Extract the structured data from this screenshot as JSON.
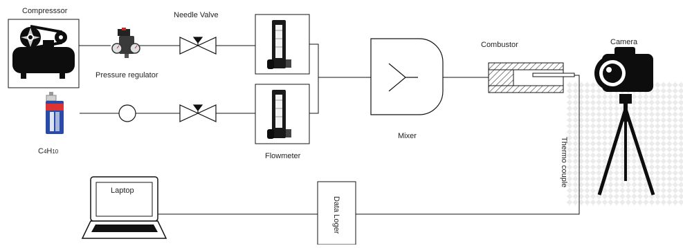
{
  "labels": {
    "compressor": "Compresssor",
    "needle_valve": "Needle Valve",
    "pressure_regulator": "Pressure regulator",
    "fuel": "C4H10",
    "flowmeter": "Flowmeter",
    "mixer": "Mixer",
    "combustor": "Combustor",
    "camera": "Camera",
    "thermo_couple": "Thermo couple",
    "laptop": "Laptop",
    "data_logger": "Data Loger"
  },
  "icons": {
    "compressor": "air-compressor-icon",
    "regulator": "pressure-regulator-icon",
    "canister": "butane-canister-icon",
    "camera": "camera-on-tripod-icon"
  },
  "colors": {
    "line": "#111111",
    "canister_blue": "#2a4aa8",
    "flowmeter_black": "#1a1a1a",
    "regulator_red": "#c62828"
  }
}
